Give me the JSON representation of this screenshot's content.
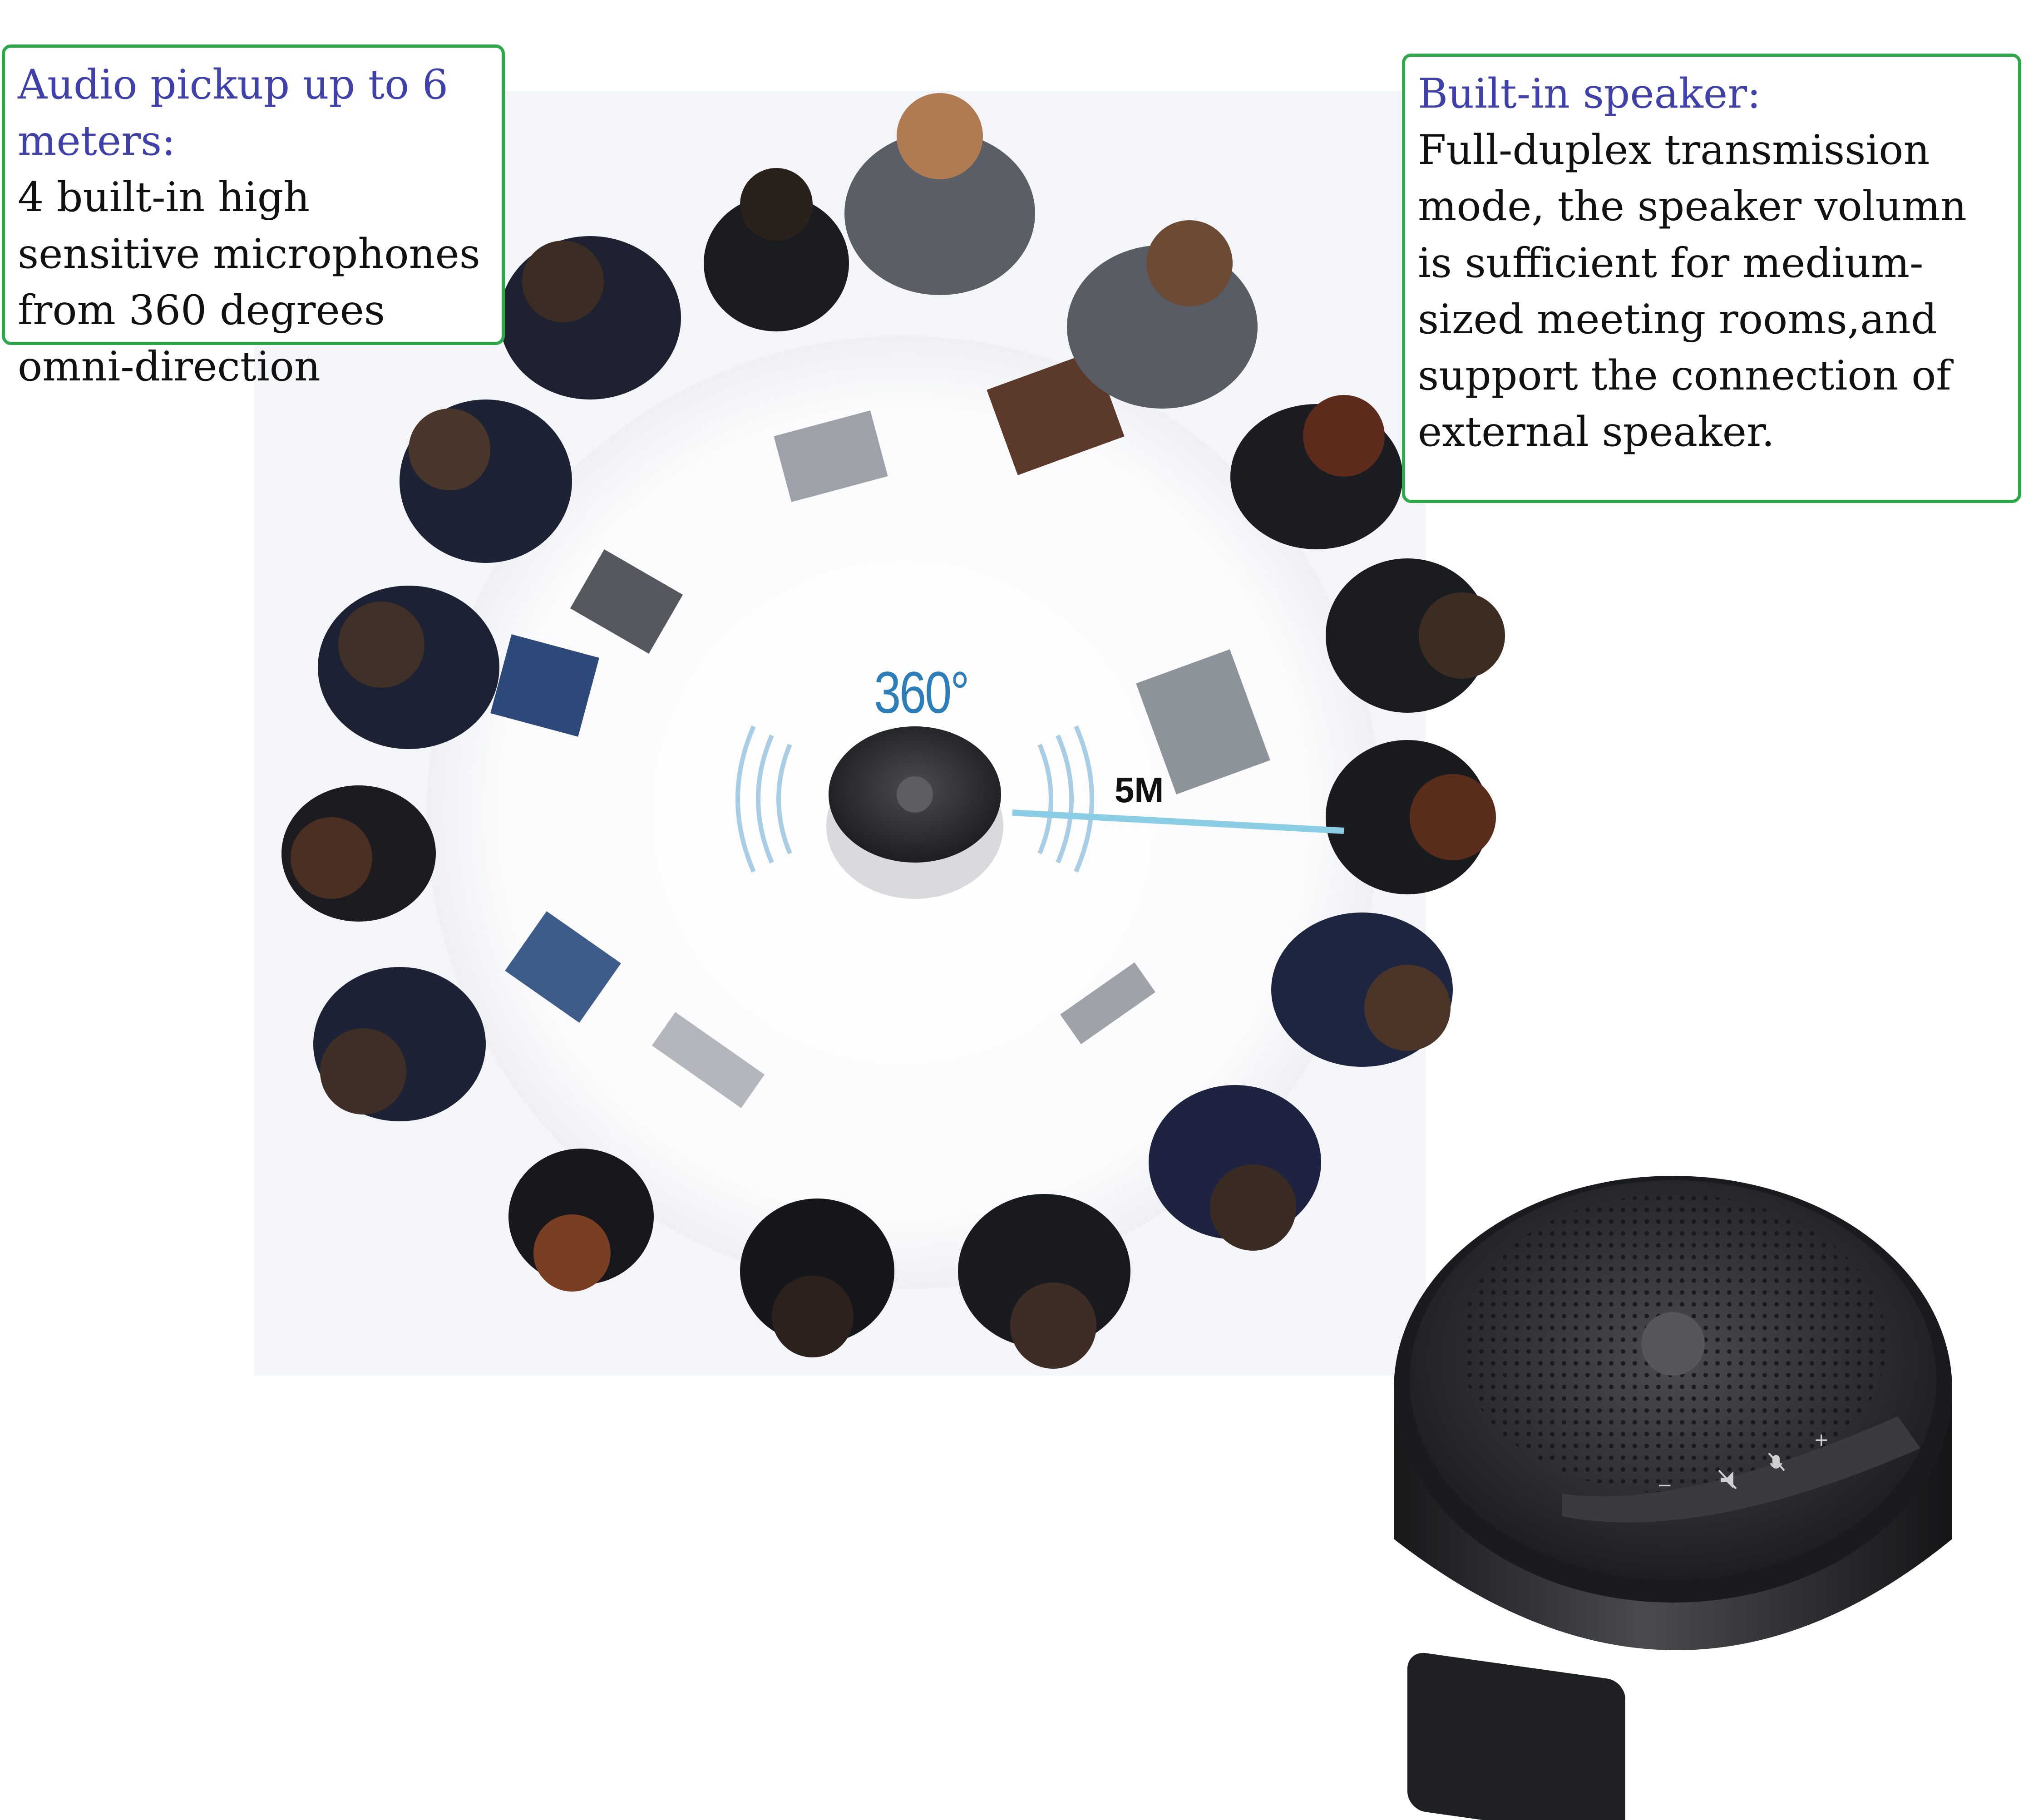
{
  "callouts": {
    "left": {
      "title": "Audio pickup up to 6 meters:",
      "body": "4 built-in high sensitive microphones from 360 degrees omni-direction"
    },
    "right": {
      "title": "Built-in speaker:",
      "body": "Full-duplex transmission mode, the speaker volumn is sufficient for medium-sized meeting rooms,and support the connection of external speaker."
    }
  },
  "labels": {
    "angle": "360°",
    "distance": "5M"
  },
  "device_controls": {
    "minus": "−",
    "plus": "+"
  },
  "colors": {
    "callout_border": "#2ea84a",
    "callout_title": "#3f41a8",
    "angle_label": "#2c7db8",
    "range_line": "#8ccde6",
    "device_body": "#2a2b2e"
  },
  "icons": [
    "speaker-mute-icon",
    "microphone-mute-icon"
  ]
}
